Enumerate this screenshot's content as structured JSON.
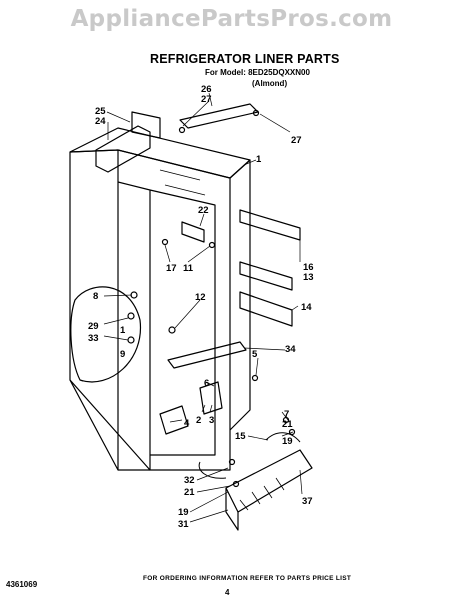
{
  "watermark": "AppliancePartsPros.com",
  "header": {
    "title": "REFRIGERATOR LINER PARTS",
    "model_line": "For Model: 8ED25DQXXN00",
    "variant": "(Almond)"
  },
  "footer": {
    "notice": "FOR ORDERING INFORMATION REFER TO PARTS PRICE LIST",
    "page_number": "4",
    "part_number": "4361069"
  },
  "callouts": [
    "26",
    "27",
    "27",
    "25",
    "24",
    "1",
    "22",
    "17",
    "11",
    "16",
    "13",
    "14",
    "8",
    "12",
    "29",
    "1",
    "33",
    "9",
    "34",
    "5",
    "6",
    "2",
    "3",
    "4",
    "7",
    "21",
    "19",
    "15",
    "32",
    "21",
    "37",
    "19",
    "31"
  ]
}
